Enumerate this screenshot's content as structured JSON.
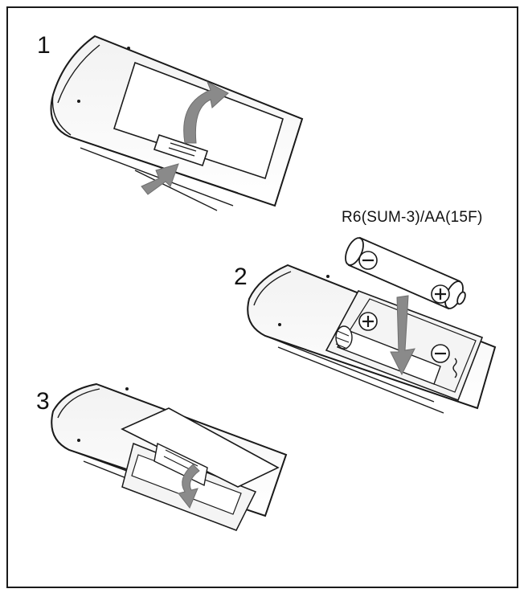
{
  "steps": {
    "step1": "1",
    "step2": "2",
    "step3": "3"
  },
  "battery": {
    "label": "R6(SUM-3)/AA(15F)",
    "negative_symbol": "−",
    "positive_symbol": "+"
  },
  "colors": {
    "line": "#1a1a1a",
    "arrow": "#8a8a8a",
    "shade": "#e6e6e6",
    "background": "#ffffff"
  }
}
